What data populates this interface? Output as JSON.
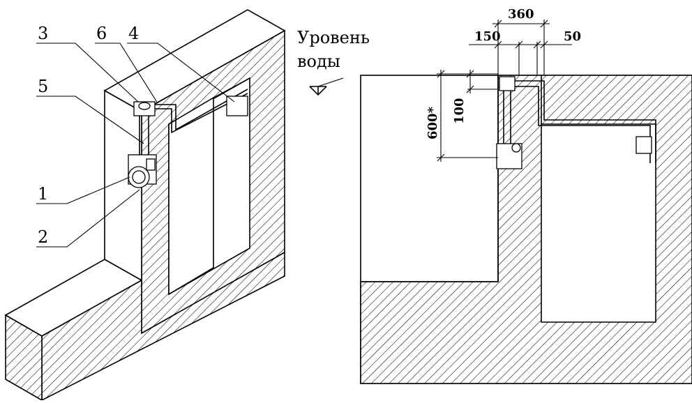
{
  "callouts": [
    {
      "id": "1",
      "label": "1"
    },
    {
      "id": "2",
      "label": "2"
    },
    {
      "id": "3",
      "label": "3"
    },
    {
      "id": "4",
      "label": "4"
    },
    {
      "id": "5",
      "label": "5"
    },
    {
      "id": "6",
      "label": "6"
    }
  ],
  "water_level": {
    "line1": "Уровень",
    "line2": "воды"
  },
  "dimensions": {
    "d360": "360",
    "d150": "150",
    "d50": "50",
    "d100": "100",
    "d600": "600*"
  },
  "colors": {
    "ink": "#000000",
    "paper": "#ffffff"
  }
}
